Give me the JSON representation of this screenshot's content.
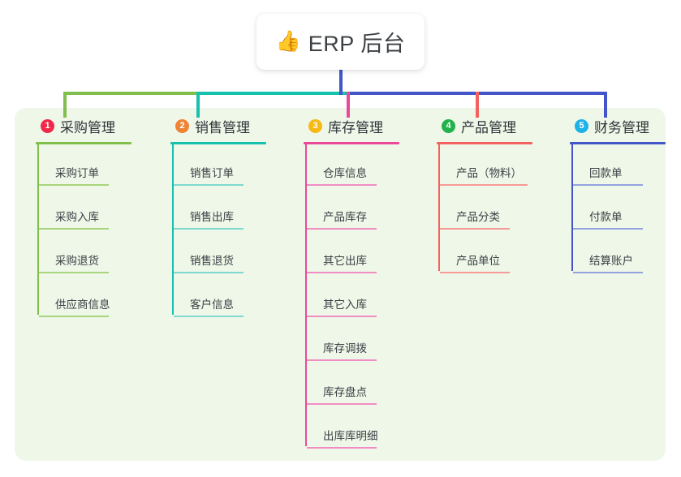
{
  "root": {
    "icon": "thumbs-up-icon",
    "icon_glyph": "👍",
    "title": "ERP 后台"
  },
  "panel": {
    "background_color": "#eef7e8"
  },
  "connectors": {
    "stem_color": "#4355c8",
    "segments": [
      {
        "name": "segment-green",
        "color": "#80bf4b"
      },
      {
        "name": "segment-teal",
        "color": "#16c2ad"
      },
      {
        "name": "segment-blue",
        "color": "#4355c8"
      }
    ],
    "drops": [
      {
        "name": "drop-purchasing",
        "color": "#80bf4b"
      },
      {
        "name": "drop-sales",
        "color": "#16c2ad"
      },
      {
        "name": "drop-inventory",
        "color": "#ec4899"
      },
      {
        "name": "drop-product",
        "color": "#f4625f"
      },
      {
        "name": "drop-finance",
        "color": "#4355c8"
      }
    ]
  },
  "columns": [
    {
      "number": "1",
      "badge_color": "#f0294a",
      "accent_color": "#80bf4b",
      "rule_color": "#a8d47c",
      "title": "采购管理",
      "items": [
        {
          "label": "采购订单"
        },
        {
          "label": "采购入库"
        },
        {
          "label": "采购退货"
        },
        {
          "label": "供应商信息"
        }
      ]
    },
    {
      "number": "2",
      "badge_color": "#f08334",
      "accent_color": "#16c2ad",
      "rule_color": "#7fd9cf",
      "title": "销售管理",
      "items": [
        {
          "label": "销售订单"
        },
        {
          "label": "销售出库"
        },
        {
          "label": "销售退货"
        },
        {
          "label": "客户信息"
        }
      ]
    },
    {
      "number": "3",
      "badge_color": "#f7b914",
      "accent_color": "#ec4899",
      "rule_color": "#f08ec4",
      "title": "库存管理",
      "items": [
        {
          "label": "仓库信息"
        },
        {
          "label": "产品库存"
        },
        {
          "label": "其它出库"
        },
        {
          "label": "其它入库"
        },
        {
          "label": "库存调拨"
        },
        {
          "label": "库存盘点"
        },
        {
          "label": "出库库明细"
        }
      ]
    },
    {
      "number": "4",
      "badge_color": "#22b14c",
      "accent_color": "#f4625f",
      "rule_color": "#f79a97",
      "title": "产品管理",
      "items": [
        {
          "label": "产品（物料）"
        },
        {
          "label": "产品分类"
        },
        {
          "label": "产品单位"
        }
      ]
    },
    {
      "number": "5",
      "badge_color": "#1eb3e8",
      "accent_color": "#4355c8",
      "rule_color": "#93a2e0",
      "title": "财务管理",
      "items": [
        {
          "label": "回款单"
        },
        {
          "label": "付款单"
        },
        {
          "label": "结算账户"
        }
      ]
    }
  ]
}
